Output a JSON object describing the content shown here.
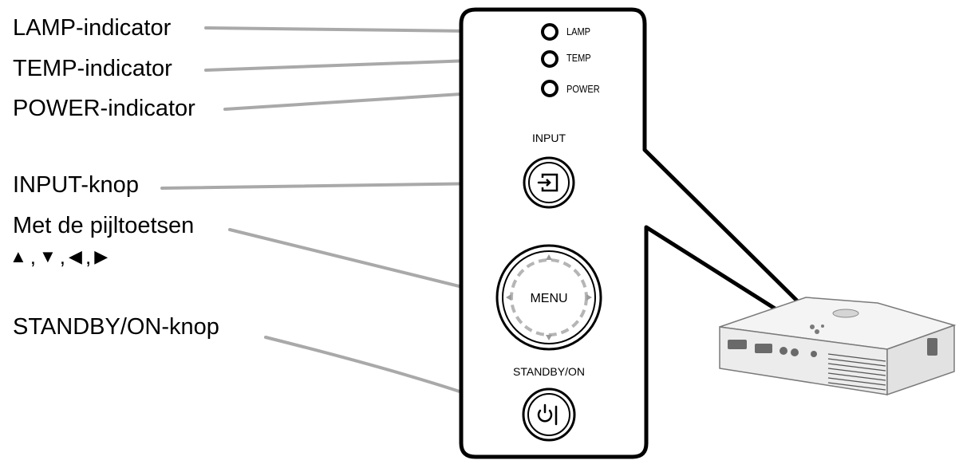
{
  "callouts": {
    "lamp": "LAMP-indicator",
    "temp": "TEMP-indicator",
    "power": "POWER-indicator",
    "input": "INPUT-knop",
    "arrows": "Met de pijltoetsen",
    "standby": "STANDBY/ON-knop"
  },
  "arrow_keys": [
    "▲",
    "▼",
    "◀",
    "▶"
  ],
  "arrow_separator": ",",
  "panel": {
    "lamp_label": "LAMP",
    "temp_label": "TEMP",
    "power_label": "POWER",
    "input_label": "INPUT",
    "menu_label": "MENU",
    "standby_label": "STANDBY/ON"
  },
  "colors": {
    "leader_line": "#a9a9a9",
    "panel_outline": "#000000",
    "dashed_ring": "#b5b5b5",
    "projector_body": "#f3f3f3"
  }
}
